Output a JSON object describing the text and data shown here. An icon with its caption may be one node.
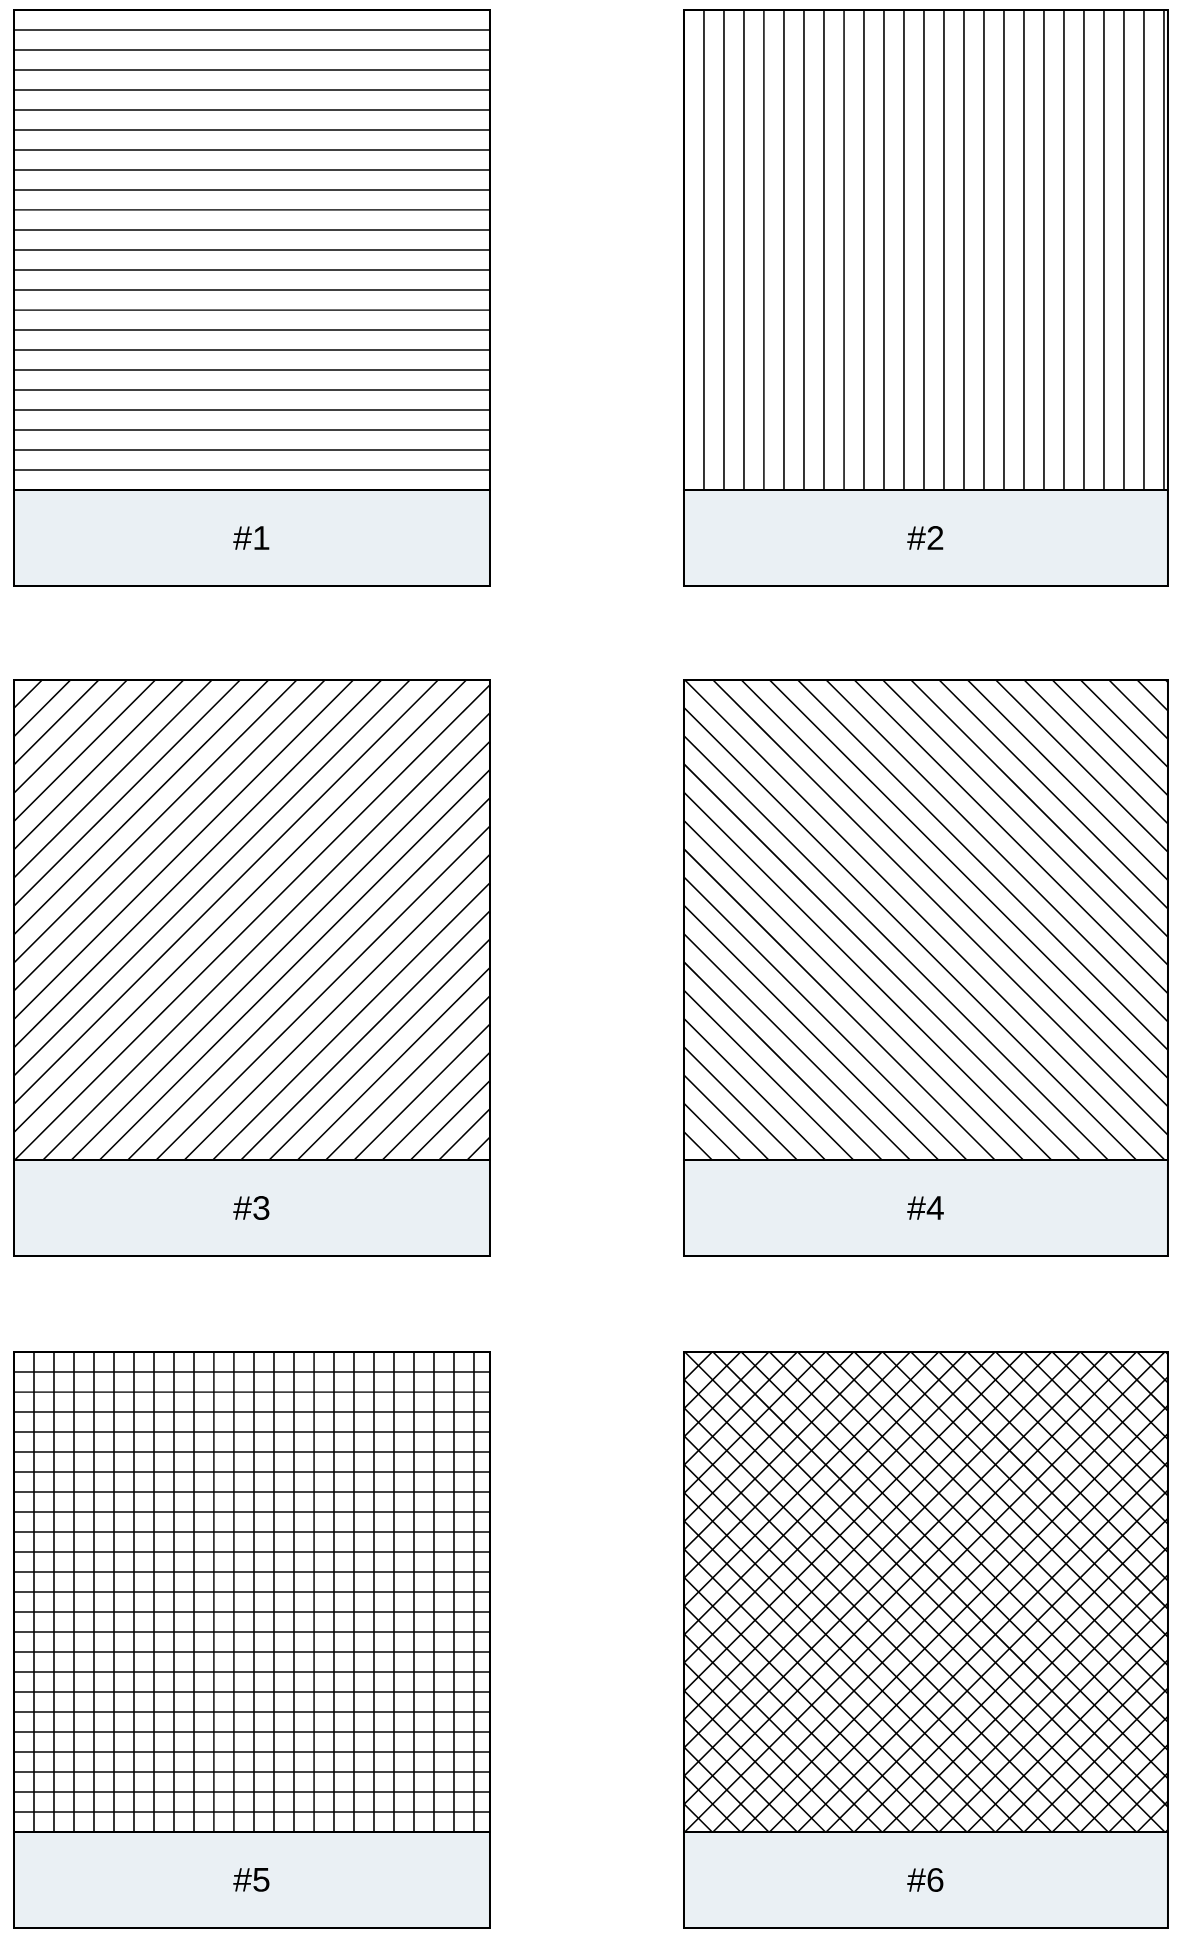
{
  "diagram": {
    "nodes": [
      {
        "text": [
          "#1"
        ]
      },
      {
        "text": [
          "#2"
        ]
      },
      {
        "text": [
          "#3"
        ]
      },
      {
        "text": [
          "#4"
        ]
      },
      {
        "text": [
          "#5"
        ]
      },
      {
        "text": [
          "#6"
        ]
      }
    ]
  }
}
